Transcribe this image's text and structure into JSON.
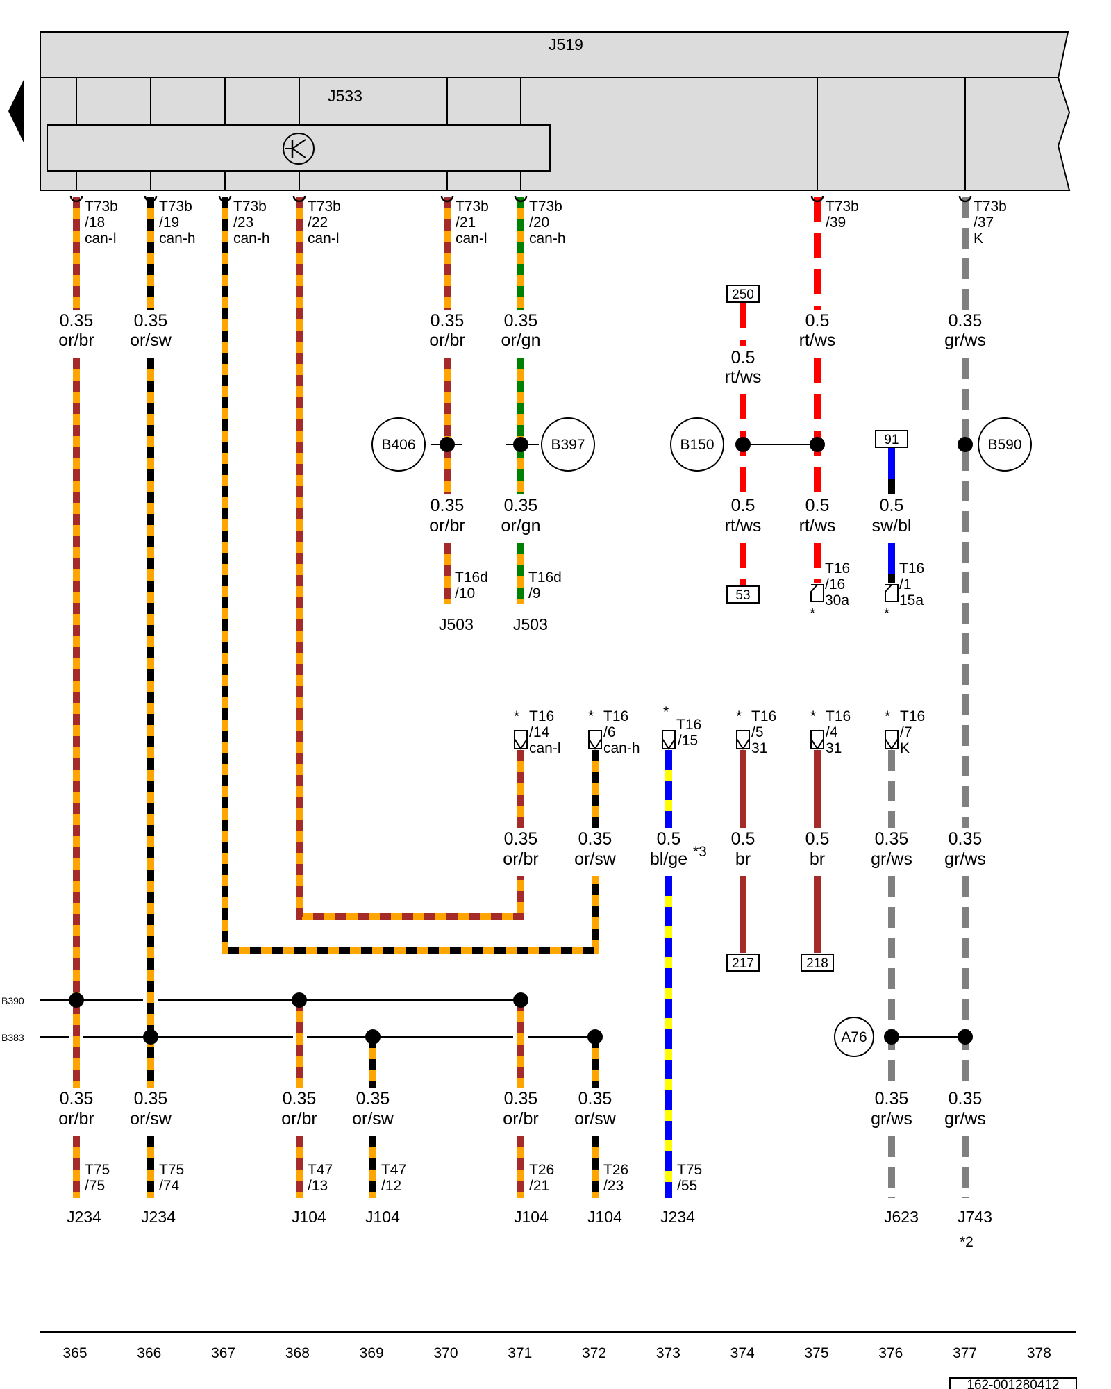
{
  "components": {
    "j519": "J519",
    "j533": "J533",
    "j503_a": "J503",
    "j503_b": "J503",
    "j234_a": "J234",
    "j234_b": "J234",
    "j234_c": "J234",
    "j104_a": "J104",
    "j104_b": "J104",
    "j104_c": "J104",
    "j104_d": "J104",
    "j623": "J623",
    "j743": "J743"
  },
  "gateway_icon": "transistor-symbol",
  "top_connectors": [
    {
      "l1": "T73b",
      "l2": "/18",
      "l3": "can-l"
    },
    {
      "l1": "T73b",
      "l2": "/19",
      "l3": "can-h"
    },
    {
      "l1": "T73b",
      "l2": "/23",
      "l3": "can-h"
    },
    {
      "l1": "T73b",
      "l2": "/22",
      "l3": "can-l"
    },
    {
      "l1": "T73b",
      "l2": "/21",
      "l3": "can-l"
    },
    {
      "l1": "T73b",
      "l2": "/20",
      "l3": "can-h"
    },
    {
      "l1": "T73b",
      "l2": "/39",
      "l3": ""
    },
    {
      "l1": "T73b",
      "l2": "/37",
      "l3": "K"
    }
  ],
  "wire_labels_upper": [
    {
      "size": "0.35",
      "color": "or/br"
    },
    {
      "size": "0.35",
      "color": "or/sw"
    },
    {
      "size": "0.35",
      "color": "or/br"
    },
    {
      "size": "0.35",
      "color": "or/gn"
    },
    {
      "size": "0.5",
      "color": "rt/ws"
    },
    {
      "size": "0.35",
      "color": "gr/ws"
    },
    {
      "size": "0.5",
      "color": "rt/ws"
    }
  ],
  "wire_labels_mid": [
    {
      "size": "0.35",
      "color": "or/br"
    },
    {
      "size": "0.35",
      "color": "or/gn"
    },
    {
      "size": "0.5",
      "color": "rt/ws"
    },
    {
      "size": "0.5",
      "color": "rt/ws"
    },
    {
      "size": "0.5",
      "color": "sw/bl"
    }
  ],
  "wire_labels_t16": [
    {
      "size": "0.35",
      "color": "or/br"
    },
    {
      "size": "0.35",
      "color": "or/sw"
    },
    {
      "size": "0.5",
      "color": "bl/ge"
    },
    {
      "size": "0.5",
      "color": "br"
    },
    {
      "size": "0.5",
      "color": "br"
    },
    {
      "size": "0.35",
      "color": "gr/ws"
    },
    {
      "size": "0.35",
      "color": "gr/ws"
    }
  ],
  "wire_labels_bottom": [
    {
      "size": "0.35",
      "color": "or/br"
    },
    {
      "size": "0.35",
      "color": "or/sw"
    },
    {
      "size": "0.35",
      "color": "or/br"
    },
    {
      "size": "0.35",
      "color": "or/sw"
    },
    {
      "size": "0.35",
      "color": "or/br"
    },
    {
      "size": "0.35",
      "color": "or/sw"
    },
    {
      "size": "0.35",
      "color": "gr/ws"
    },
    {
      "size": "0.35",
      "color": "gr/ws"
    }
  ],
  "splices": {
    "b406": "B406",
    "b397": "B397",
    "b150": "B150",
    "b590": "B590",
    "a76": "A76",
    "b390": "B390",
    "b383": "B383"
  },
  "t16d": [
    {
      "l1": "T16d",
      "l2": "/10"
    },
    {
      "l1": "T16d",
      "l2": "/9"
    }
  ],
  "ref_boxes": {
    "r250": "250",
    "r53": "53",
    "r91": "91",
    "r217": "217",
    "r218": "218"
  },
  "t16_upper": [
    {
      "l1": "T16",
      "l2": "/16",
      "l3": "30a",
      "star": "*"
    },
    {
      "l1": "T16",
      "l2": "/1",
      "l3": "15a",
      "star": "*"
    }
  ],
  "t16_row": [
    {
      "star": "*",
      "l1": "T16",
      "l2": "/14",
      "l3": "can-l"
    },
    {
      "star": "*",
      "l1": "T16",
      "l2": "/6",
      "l3": "can-h"
    },
    {
      "star": "*",
      "l1": "T16",
      "l2": "/15",
      "l3": ""
    },
    {
      "star": "*",
      "l1": "T16",
      "l2": "/5",
      "l3": "31"
    },
    {
      "star": "*",
      "l1": "T16",
      "l2": "/4",
      "l3": "31"
    },
    {
      "star": "*",
      "l1": "T16",
      "l2": "/7",
      "l3": "K"
    }
  ],
  "footnotes": {
    "n3": "*3",
    "n2": "*2"
  },
  "bottom_connectors": [
    {
      "l1": "T75",
      "l2": "/75"
    },
    {
      "l1": "T75",
      "l2": "/74"
    },
    {
      "l1": "T47",
      "l2": "/13"
    },
    {
      "l1": "T47",
      "l2": "/12"
    },
    {
      "l1": "T26",
      "l2": "/21"
    },
    {
      "l1": "T26",
      "l2": "/23"
    },
    {
      "l1": "T75",
      "l2": "/55"
    }
  ],
  "column_numbers": [
    "365",
    "366",
    "367",
    "368",
    "369",
    "370",
    "371",
    "372",
    "373",
    "374",
    "375",
    "376",
    "377",
    "378"
  ],
  "drawing_id": "162-001280412",
  "wire_colors": {
    "orange": "#ffa500",
    "brown": "#a52a2a",
    "black": "#000000",
    "green": "#008000",
    "red": "#ff0000",
    "white": "#ffffff",
    "gray": "#808080",
    "blue": "#0000ff",
    "yellow": "#ffff00",
    "module_fill": "#dcdcdc"
  }
}
